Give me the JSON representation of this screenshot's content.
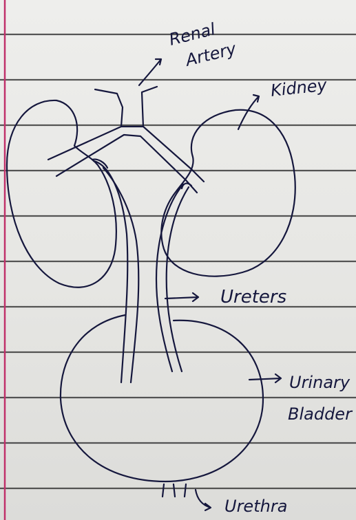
{
  "labels": {
    "renal_artery_line1": "Renal",
    "renal_artery_line2": "Artery",
    "kidney": "Kidney",
    "ureters": "Ureters",
    "urinary_bladder_line1": "Urinary",
    "urinary_bladder_line2": "Bladder",
    "urethra": "Urethra"
  },
  "colors": {
    "ink": "#15173d",
    "rule_line": "#3a3a3a",
    "margin_line": "#c0306a",
    "paper": "#ebebe9"
  }
}
